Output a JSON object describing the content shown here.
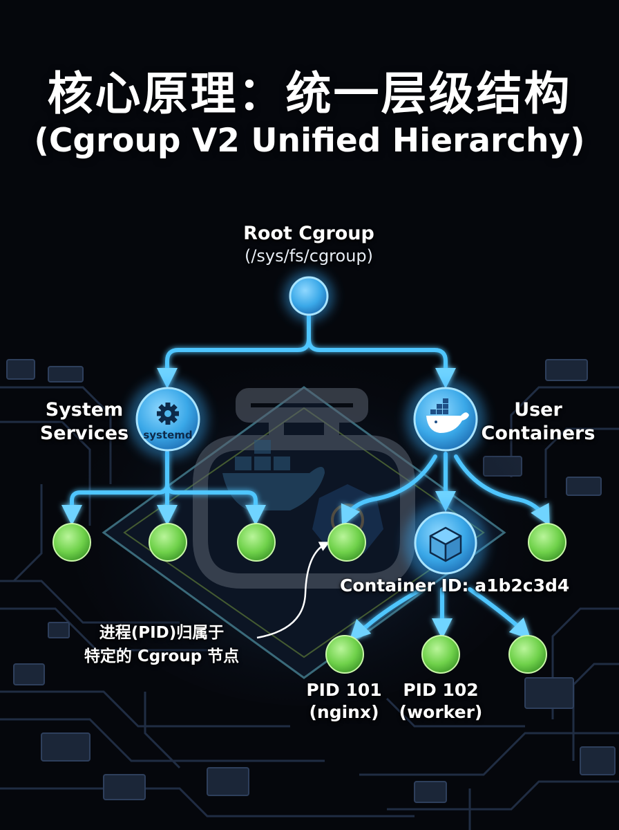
{
  "title": {
    "chinese": "核心原理：统一层级结构",
    "english": "(Cgroup V2 Unified Hierarchy)"
  },
  "root": {
    "name": "Root Cgroup",
    "path": "(/sys/fs/cgroup)"
  },
  "system_services": {
    "label_line1": "System",
    "label_line2": "Services",
    "node_text": "systemd",
    "node_icon": "gear-icon"
  },
  "user_containers": {
    "label_line1": "User",
    "label_line2": "Containers",
    "node_icon": "docker-whale-icon"
  },
  "container": {
    "node_icon": "cube-icon",
    "label": "Container ID: a1b2c3d4"
  },
  "processes": [
    {
      "line1": "PID 101",
      "line2": "(nginx)"
    },
    {
      "line1": "PID 102",
      "line2": "(worker)"
    }
  ],
  "annotation": {
    "line1": "进程(PID)归属于",
    "line2": "特定的 Cgroup 节点"
  },
  "colors": {
    "background": "#05070c",
    "circuit": "#2c3e5c",
    "edge": "#52c8ff",
    "node_blue": "#4fb8ee",
    "node_green": "#7cd85a",
    "text": "#ffffff"
  }
}
